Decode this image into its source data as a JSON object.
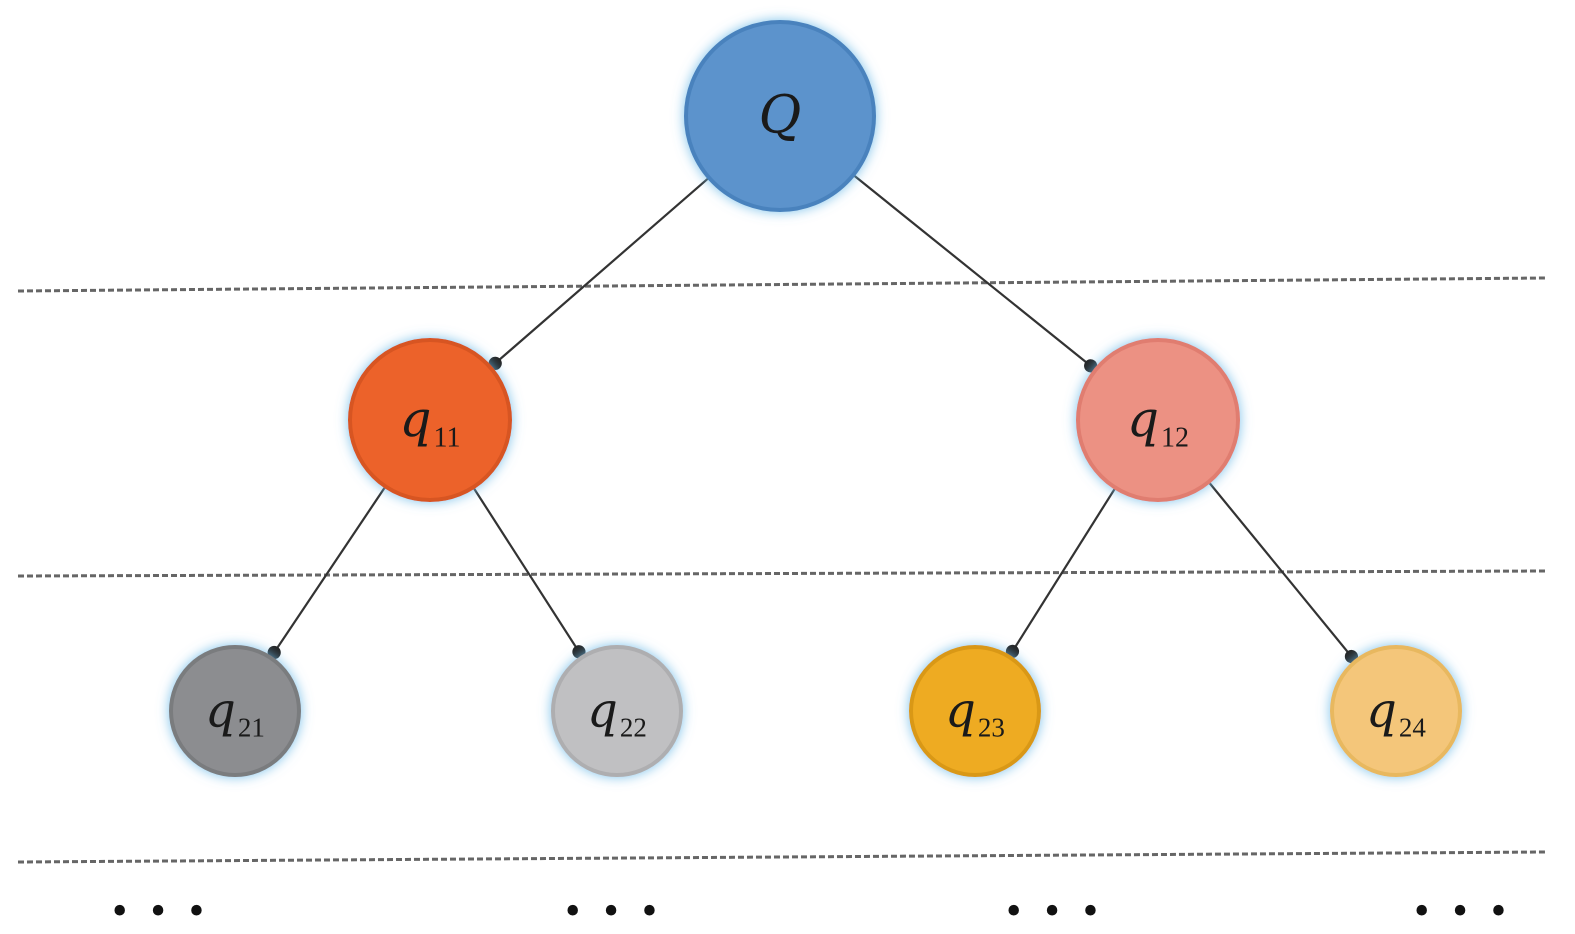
{
  "nodes": [
    {
      "id": "Q",
      "main": "Q",
      "sub": "",
      "fill": "#5b93cc",
      "stroke": "#4a82bd"
    },
    {
      "id": "q11",
      "main": "q",
      "sub": "11",
      "fill": "#ec622a",
      "stroke": "#d75520"
    },
    {
      "id": "q12",
      "main": "q",
      "sub": "12",
      "fill": "#ec9183",
      "stroke": "#e07d70"
    },
    {
      "id": "q21",
      "main": "q",
      "sub": "21",
      "fill": "#8c8d90",
      "stroke": "#7a7b7e"
    },
    {
      "id": "q22",
      "main": "q",
      "sub": "22",
      "fill": "#c0c0c2",
      "stroke": "#aeaeb0"
    },
    {
      "id": "q23",
      "main": "q",
      "sub": "23",
      "fill": "#eeab21",
      "stroke": "#d99818"
    },
    {
      "id": "q24",
      "main": "q",
      "sub": "24",
      "fill": "#f4c67a",
      "stroke": "#e8b85e"
    }
  ],
  "edges": [
    {
      "from": "Q",
      "to": "q11"
    },
    {
      "from": "Q",
      "to": "q12"
    },
    {
      "from": "q11",
      "to": "q21"
    },
    {
      "from": "q11",
      "to": "q22"
    },
    {
      "from": "q12",
      "to": "q23"
    },
    {
      "from": "q12",
      "to": "q24"
    }
  ],
  "ellipses": [
    "• • •",
    "• • •",
    "• • •",
    "• • •"
  ],
  "glow_color": "#6fbbe8"
}
